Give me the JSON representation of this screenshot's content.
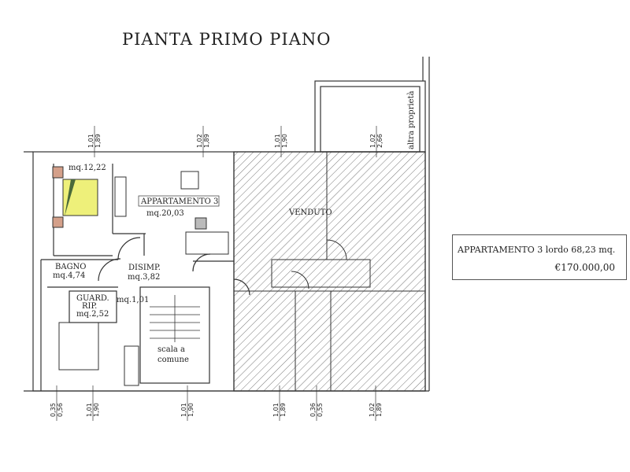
{
  "title": "PIANTA PRIMO PIANO",
  "rooms": {
    "bedroom_area": "mq.12,22",
    "apartment_name": "APPARTAMENTO 3",
    "living_area": "mq.20,03",
    "bath_name": "BAGNO",
    "bath_area": "mq.4,74",
    "hall_name": "DISIMP.",
    "hall_area": "mq.3,82",
    "closet_name": "GUARD.",
    "closet_sub": "RIP.",
    "closet_area": "mq.2,52",
    "small_area": "mq.1,01",
    "stair_line1": "scala a",
    "stair_line2": "comune",
    "sold_label": "VENDUTO",
    "neighbor_label": "altra proprietà"
  },
  "dimensions_top": [
    [
      "1,01",
      "1,89"
    ],
    [
      "1,02",
      "1,89"
    ],
    [
      "1,01",
      "1,90"
    ],
    [
      "1,02",
      "2,66"
    ]
  ],
  "dimensions_bottom": [
    [
      "0,35",
      "0,56"
    ],
    [
      "1,01",
      "1,90"
    ],
    [
      "1,01",
      "1,90"
    ],
    [
      "1,01",
      "1,89"
    ],
    [
      "0,36",
      "0,55"
    ],
    [
      "1,02",
      "1,89"
    ]
  ],
  "info": {
    "line1": "APPARTAMENTO 3 lordo 68,23 mq.",
    "price": "€170.000,00"
  },
  "colors": {
    "line": "#333333",
    "bed": "#eef07a",
    "cabinet": "#d4a08a"
  }
}
